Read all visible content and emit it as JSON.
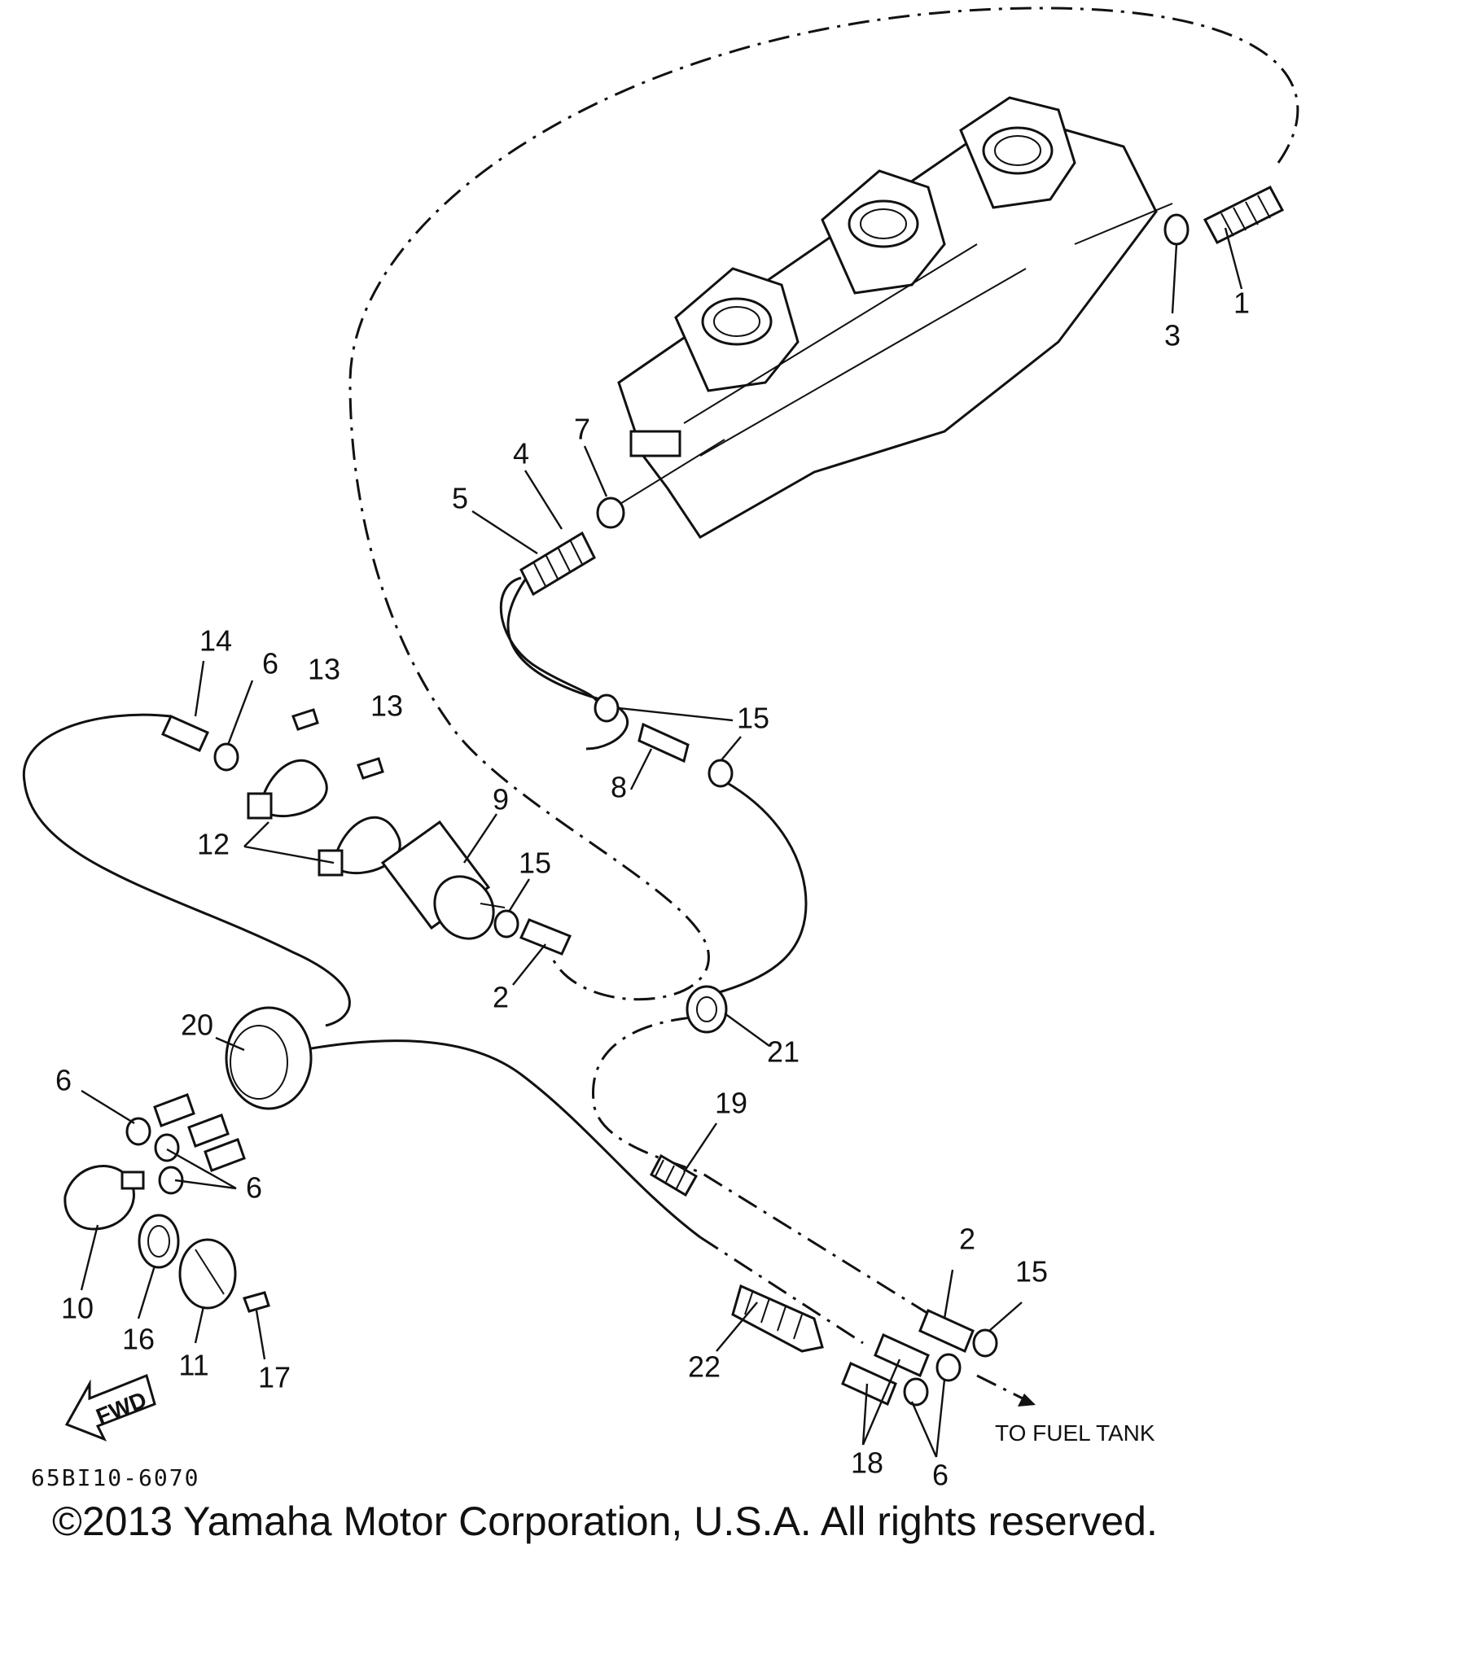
{
  "callouts": [
    {
      "id": "c1",
      "text": "1"
    },
    {
      "id": "c3",
      "text": "3"
    },
    {
      "id": "c7",
      "text": "7"
    },
    {
      "id": "c4",
      "text": "4"
    },
    {
      "id": "c5",
      "text": "5"
    },
    {
      "id": "c14",
      "text": "14"
    },
    {
      "id": "c6a",
      "text": "6"
    },
    {
      "id": "c13a",
      "text": "13"
    },
    {
      "id": "c13b",
      "text": "13"
    },
    {
      "id": "c15a",
      "text": "15"
    },
    {
      "id": "c8",
      "text": "8"
    },
    {
      "id": "c9",
      "text": "9"
    },
    {
      "id": "c12",
      "text": "12"
    },
    {
      "id": "c15b",
      "text": "15"
    },
    {
      "id": "c2a",
      "text": "2"
    },
    {
      "id": "c20",
      "text": "20"
    },
    {
      "id": "c21",
      "text": "21"
    },
    {
      "id": "c6b",
      "text": "6"
    },
    {
      "id": "c19",
      "text": "19"
    },
    {
      "id": "c6c",
      "text": "6"
    },
    {
      "id": "c10",
      "text": "10"
    },
    {
      "id": "c16",
      "text": "16"
    },
    {
      "id": "c11",
      "text": "11"
    },
    {
      "id": "c17",
      "text": "17"
    },
    {
      "id": "c2b",
      "text": "2"
    },
    {
      "id": "c15c",
      "text": "15"
    },
    {
      "id": "c22",
      "text": "22"
    },
    {
      "id": "c18",
      "text": "18"
    },
    {
      "id": "c6d",
      "text": "6"
    }
  ],
  "annotations": {
    "to_fuel_tank": "TO FUEL TANK",
    "fwd": "FWD",
    "diagram_code": "65BI10-6070"
  },
  "copyright": "©2013 Yamaha Motor Corporation, U.S.A. All rights reserved."
}
